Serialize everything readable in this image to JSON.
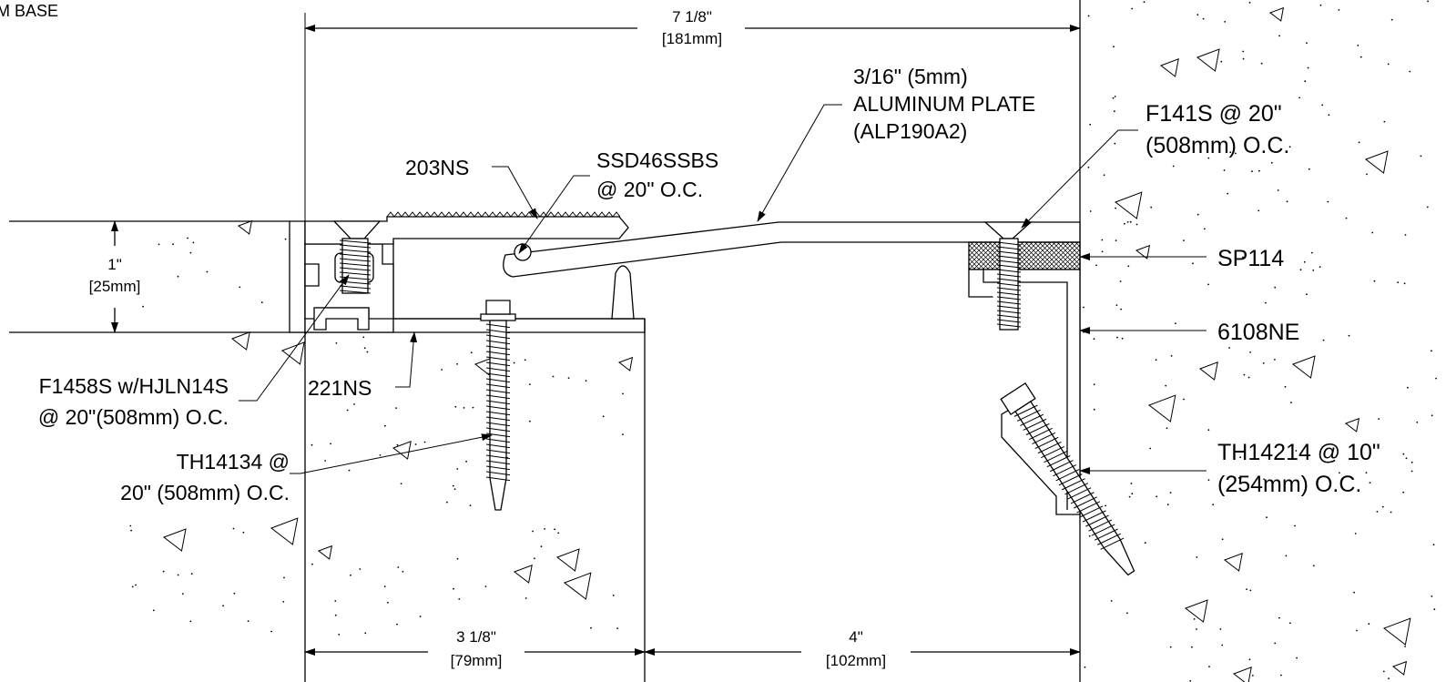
{
  "drawing": {
    "corner_note": "M BASE",
    "dimensions": {
      "overall": {
        "imperial": "7 1/8\"",
        "metric": "[181mm]"
      },
      "height": {
        "imperial": "1\"",
        "metric": "[25mm]"
      },
      "left_width": {
        "imperial": "3 1/8\"",
        "metric": "[79mm]"
      },
      "right_width": {
        "imperial": "4\"",
        "metric": "[102mm]"
      }
    },
    "callouts": {
      "plate": [
        "3/16\" (5mm)",
        "ALUMINUM PLATE",
        "(ALP190A2)"
      ],
      "nosing": [
        "203NS"
      ],
      "screw_ssd": [
        "SSD46SSBS",
        "@ 20\" O.C."
      ],
      "f141s": [
        "F141S @ 20\"",
        "(508mm) O.C."
      ],
      "sp114": [
        "SP114"
      ],
      "angle": [
        "6108NE"
      ],
      "th14214": [
        "TH14214 @ 10\"",
        "(254mm) O.C."
      ],
      "f1458s": [
        "F1458S w/HJLN14S",
        "@ 20\"(508mm) O.C."
      ],
      "base_221": [
        "221NS"
      ],
      "th14134": [
        "TH14134 @",
        "20\" (508mm) O.C."
      ]
    }
  }
}
